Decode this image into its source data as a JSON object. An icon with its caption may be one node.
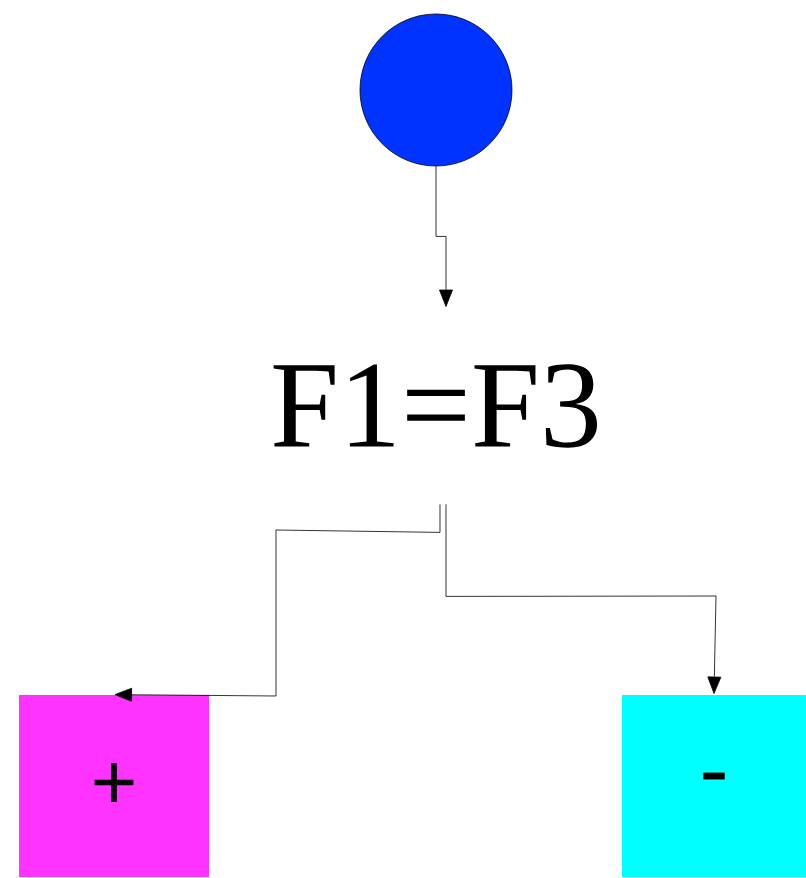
{
  "diagram": {
    "nodes": [
      {
        "text": [],
        "shape": "circle"
      },
      {
        "text": [
          "F1=F3"
        ]
      },
      {
        "text": [
          "+"
        ]
      },
      {
        "text": [
          "-"
        ]
      }
    ],
    "edges": [
      {
        "from": 0,
        "to": 1,
        "arrow": "to"
      },
      {
        "from": 1,
        "to": 2,
        "arrow": "to"
      },
      {
        "from": 1,
        "to": 3,
        "arrow": "to"
      }
    ]
  }
}
